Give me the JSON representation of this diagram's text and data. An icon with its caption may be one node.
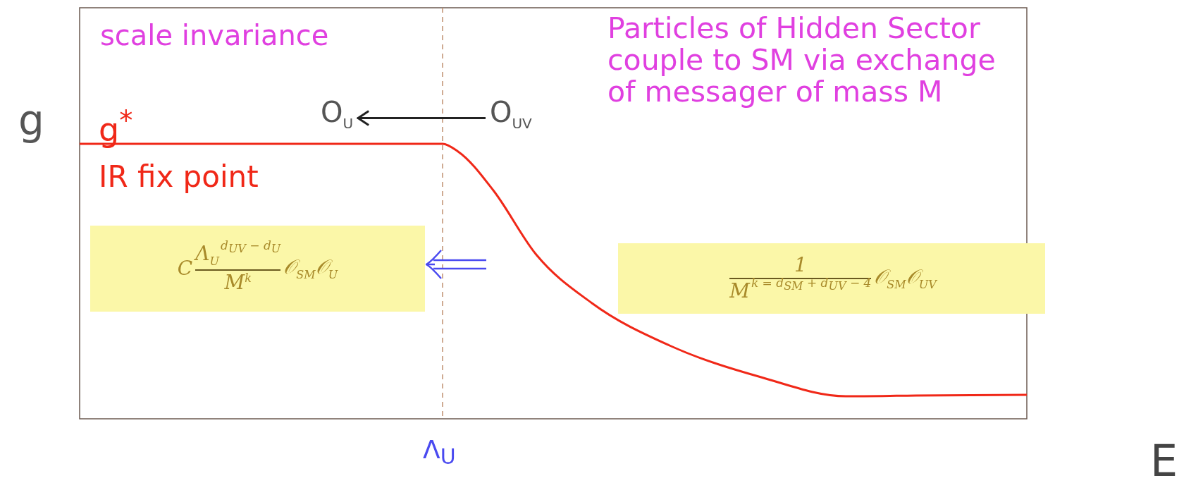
{
  "diagram": {
    "nodes": [
      {
        "text": [
          "O$_{U}$"
        ]
      },
      {
        "text": [
          "O$_{UV}$"
        ]
      },
      {
        "text": [
          "C",
          "Λ$_{U}$",
          "d$_{UV}$ − d$_{U}$",
          "M$^{k}$",
          "𝒪$_{SM}$𝒪$_{U}$"
        ]
      },
      {
        "text": [
          "1",
          "M",
          "k = d$_{SM}$ + d$_{UV}$ − 4",
          "𝒪$_{SM}$𝒪$_{UV}$"
        ]
      }
    ],
    "edges": [
      {
        "from": 1,
        "to": 0,
        "arrow": "to"
      },
      {
        "from": null,
        "to": 2,
        "arrow": "to",
        "color": "#4a4af0"
      }
    ],
    "labels": [
      "scale invariance",
      "Particles of Hidden Sector couple to SM via exchange of messager of mass M",
      "g",
      "g$^{*}$",
      "IR fix point",
      "Λ$_{U}$",
      "E"
    ]
  }
}
